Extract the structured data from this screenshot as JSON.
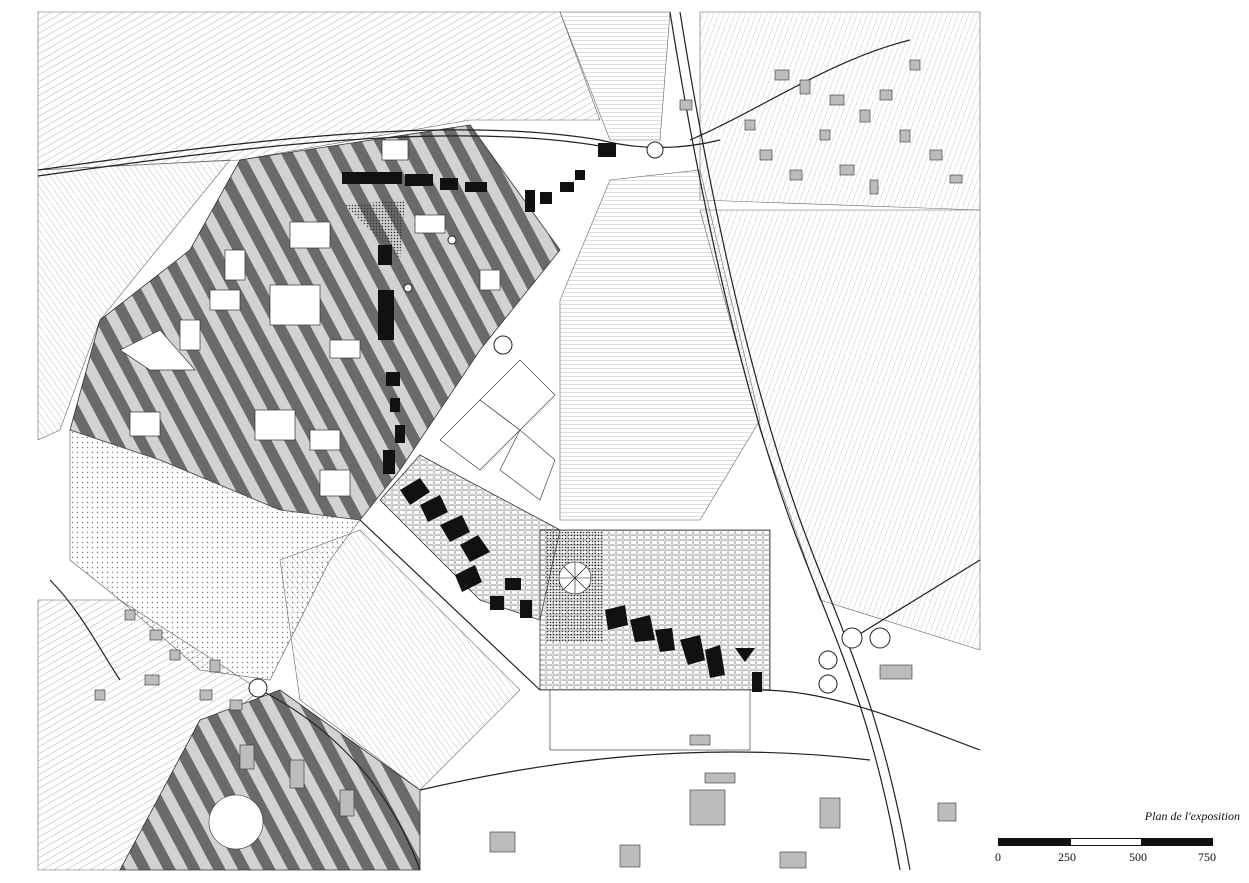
{
  "title": "Plan de l'exposition",
  "scale": {
    "ticks": [
      "0",
      "250",
      "500",
      "750"
    ],
    "segment_fill": [
      "#111111",
      "#ffffff",
      "#111111"
    ]
  },
  "palette": {
    "background": "#ffffff",
    "line": "#222222",
    "hatch": "#9a9a9a",
    "stripe_dark": "#5a5a5a",
    "stripe_light": "#cfcfcf",
    "building": "#111111",
    "dots": "#777777"
  },
  "map_layers": [
    "field-hatching",
    "striped-campus-zone",
    "dotted-plain",
    "exhibition-grid",
    "roads",
    "buildings",
    "roundabouts",
    "village"
  ]
}
